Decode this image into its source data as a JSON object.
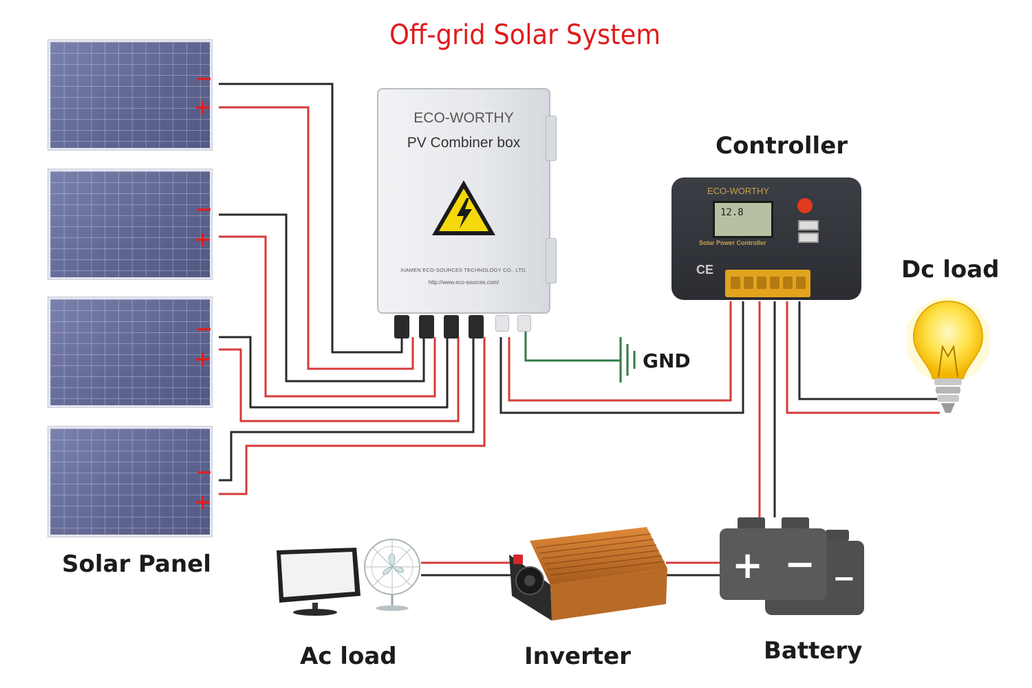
{
  "title": "Off-grid Solar System",
  "labels": {
    "solar_panel": "Solar Panel",
    "controller": "Controller",
    "dc_load": "Dc load",
    "gnd": "GND",
    "ac_load": "Ac load",
    "inverter": "Inverter",
    "battery": "Battery"
  },
  "combiner": {
    "brand": "ECO-WORTHY",
    "name": "PV Combiner box",
    "maker": "XIAMEN ECO-SOURCES TECHNOLOGY CO., LTD.",
    "website": "http://www.eco-sources.com/"
  },
  "controller_device": {
    "brand": "ECO-WORTHY",
    "lcd": "12.8",
    "subtitle": "Solar Power Controller",
    "ce": "CE"
  },
  "panel_terminals": {
    "minus": "−",
    "plus": "+"
  },
  "battery_signs": {
    "plus": "+",
    "minus": "−"
  },
  "colors": {
    "title": "#e01b1b",
    "positive_wire": "#d63a3a",
    "negative_wire": "#2a2a2a",
    "ground_wire": "#2f7a45",
    "panel": "#6a6f9b"
  }
}
